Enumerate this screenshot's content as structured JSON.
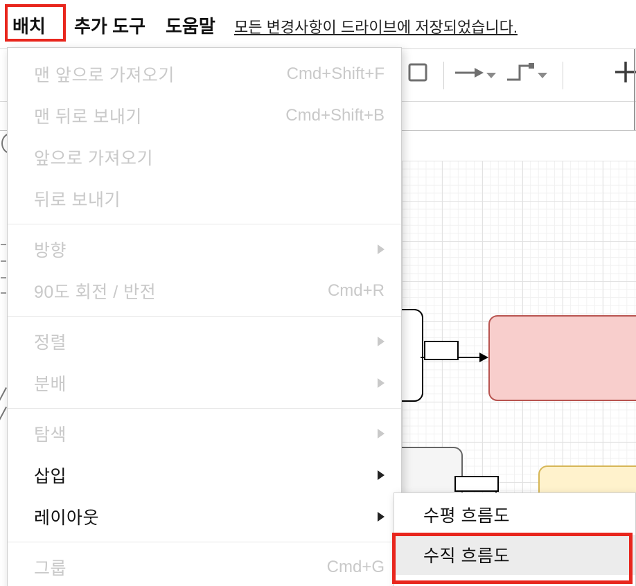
{
  "annotation": {
    "color": "#e8261d"
  },
  "menu_bar": {
    "items": [
      {
        "label": "배치"
      },
      {
        "label": "추가 도구"
      },
      {
        "label": "도움말"
      }
    ],
    "status": "모든 변경사항이 드라이브에 저장되었습니다."
  },
  "toolbar": {
    "icons": [
      {
        "name": "shadow-icon"
      },
      {
        "name": "arrow-style-icon"
      },
      {
        "name": "connector-style-icon"
      },
      {
        "name": "insert-plus-icon"
      }
    ]
  },
  "arrange_menu": {
    "items": [
      {
        "label": "맨 앞으로 가져오기",
        "shortcut": "Cmd+Shift+F",
        "enabled": false
      },
      {
        "label": "맨 뒤로 보내기",
        "shortcut": "Cmd+Shift+B",
        "enabled": false
      },
      {
        "label": "앞으로 가져오기",
        "shortcut": "",
        "enabled": false
      },
      {
        "label": "뒤로 보내기",
        "shortcut": "",
        "enabled": false
      },
      {
        "label": "방향",
        "shortcut": "",
        "enabled": false,
        "has_submenu": true
      },
      {
        "label": "90도 회전 / 반전",
        "shortcut": "Cmd+R",
        "enabled": false
      },
      {
        "label": "정렬",
        "shortcut": "",
        "enabled": false,
        "has_submenu": true
      },
      {
        "label": "분배",
        "shortcut": "",
        "enabled": false,
        "has_submenu": true
      },
      {
        "label": "탐색",
        "shortcut": "",
        "enabled": false,
        "has_submenu": true
      },
      {
        "label": "삽입",
        "shortcut": "",
        "enabled": true,
        "has_submenu": true
      },
      {
        "label": "레이아웃",
        "shortcut": "",
        "enabled": true,
        "has_submenu": true
      },
      {
        "label": "그룹",
        "shortcut": "Cmd+G",
        "enabled": false
      }
    ]
  },
  "layout_submenu": {
    "items": [
      {
        "label": "수평 흐름도",
        "highlighted": false
      },
      {
        "label": "수직 흐름도",
        "highlighted": true
      }
    ]
  },
  "canvas": {
    "shapes": {
      "white_box": {
        "fill": "#ffffff",
        "stroke": "#000000"
      },
      "red_box": {
        "fill": "#f8cecc",
        "stroke": "#b85450"
      },
      "gray_box": {
        "fill": "#f5f5f5",
        "stroke": "#666666"
      },
      "yellow_box": {
        "fill": "#fff2cc",
        "stroke": "#d6b656"
      }
    }
  }
}
